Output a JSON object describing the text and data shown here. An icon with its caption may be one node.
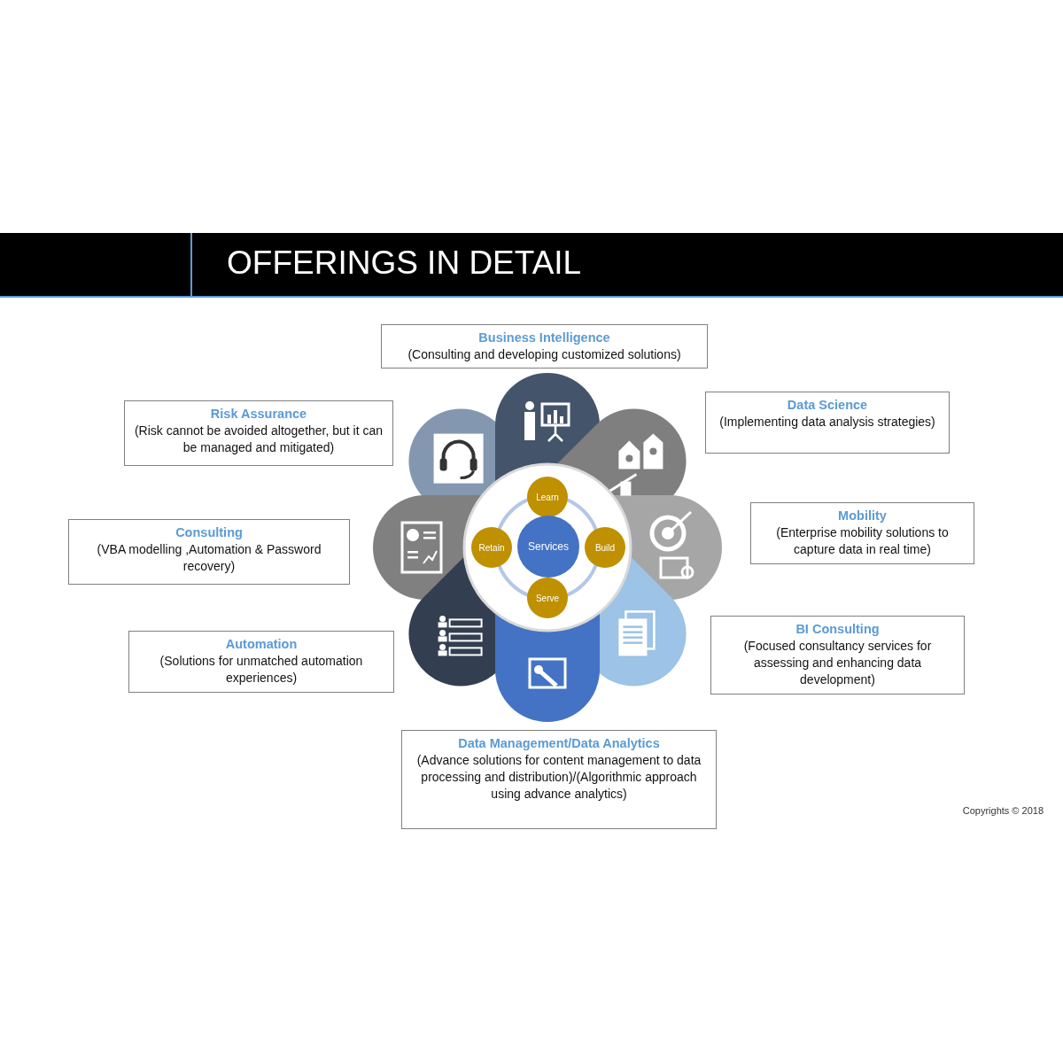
{
  "diagram": {
    "title": "OFFERINGS IN DETAIL",
    "nodes": [
      {
        "text": [
          "Business Intelligence",
          "(Consulting and developing customized solutions)"
        ]
      },
      {
        "text": [
          "Risk Assurance",
          "(Risk cannot be avoided altogether, but it can be managed and mitigated)"
        ]
      },
      {
        "text": [
          "Data Science",
          "(Implementing data analysis strategies)"
        ]
      },
      {
        "text": [
          "Learn"
        ]
      },
      {
        "text": [
          "Mobility",
          "(Enterprise mobility solutions to capture data in real time)"
        ]
      },
      {
        "text": [
          "Consulting",
          "(VBA modelling ,Automation & Password recovery)"
        ]
      },
      {
        "text": [
          "Retain"
        ]
      },
      {
        "text": [
          "Services"
        ]
      },
      {
        "text": [
          "Build"
        ]
      },
      {
        "text": [
          "Serve"
        ]
      },
      {
        "text": [
          "Automation",
          "(Solutions for unmatched automation experiences)"
        ]
      },
      {
        "text": [
          "BI Consulting",
          "(Focused consultancy services for assessing and enhancing data development)"
        ]
      },
      {
        "text": [
          "Data Management/Data Analytics",
          "(Advance solutions for content management to data processing and distribution)/(Algorithmic approach using advance analytics)"
        ]
      }
    ],
    "labels": [
      "Copyrights © 2018"
    ]
  }
}
